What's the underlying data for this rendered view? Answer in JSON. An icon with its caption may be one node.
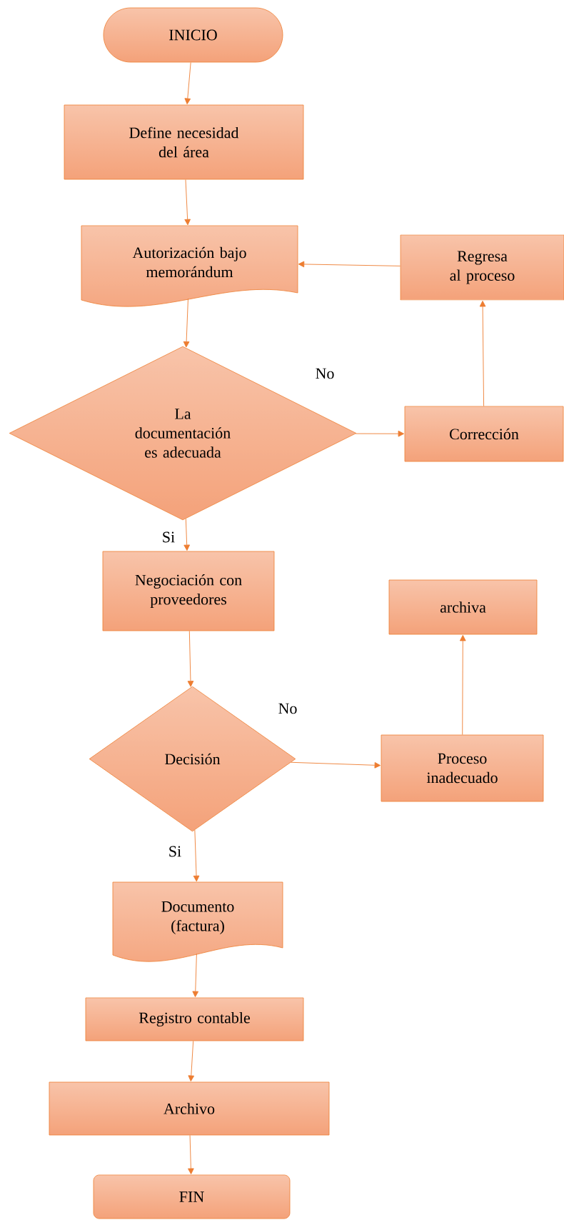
{
  "diagram": {
    "nodes": [
      {
        "text": [
          "INICIO"
        ]
      },
      {
        "text": [
          "Define necesidad del área"
        ]
      },
      {
        "text": [
          "Autorización bajo memorándum"
        ]
      },
      {
        "text": [
          "Regresa al proceso"
        ]
      },
      {
        "text": [
          "La documentación es adecuada"
        ]
      },
      {
        "text": [
          "Corrección"
        ]
      },
      {
        "text": [
          "Negociación con proveedores"
        ]
      },
      {
        "text": [
          "archiva"
        ]
      },
      {
        "text": [
          "Decisión"
        ]
      },
      {
        "text": [
          "Proceso inadecuado"
        ]
      },
      {
        "text": [
          "Documento (factura)"
        ]
      },
      {
        "text": [
          "Registro contable"
        ]
      },
      {
        "text": [
          "Archivo"
        ]
      },
      {
        "text": [
          "FIN"
        ]
      }
    ],
    "edges": [
      {
        "from": 0,
        "to": 1,
        "arrow": "to"
      },
      {
        "from": 1,
        "to": 2,
        "arrow": "to"
      },
      {
        "from": 3,
        "to": 2,
        "arrow": "to"
      },
      {
        "from": 2,
        "to": 4,
        "arrow": "to"
      },
      {
        "from": 4,
        "to": 5,
        "arrow": "to",
        "label": "No"
      },
      {
        "from": 5,
        "to": 3,
        "arrow": "to"
      },
      {
        "from": 4,
        "to": 6,
        "arrow": "to",
        "label": "Si"
      },
      {
        "from": 6,
        "to": 8,
        "arrow": "to"
      },
      {
        "from": 8,
        "to": 9,
        "arrow": "to",
        "label": "No"
      },
      {
        "from": 9,
        "to": 7,
        "arrow": "to"
      },
      {
        "from": 8,
        "to": 10,
        "arrow": "to",
        "label": "Si"
      },
      {
        "from": 10,
        "to": 11,
        "arrow": "to"
      },
      {
        "from": 11,
        "to": 12,
        "arrow": "to"
      },
      {
        "from": 12,
        "to": 13,
        "arrow": "to"
      }
    ]
  }
}
